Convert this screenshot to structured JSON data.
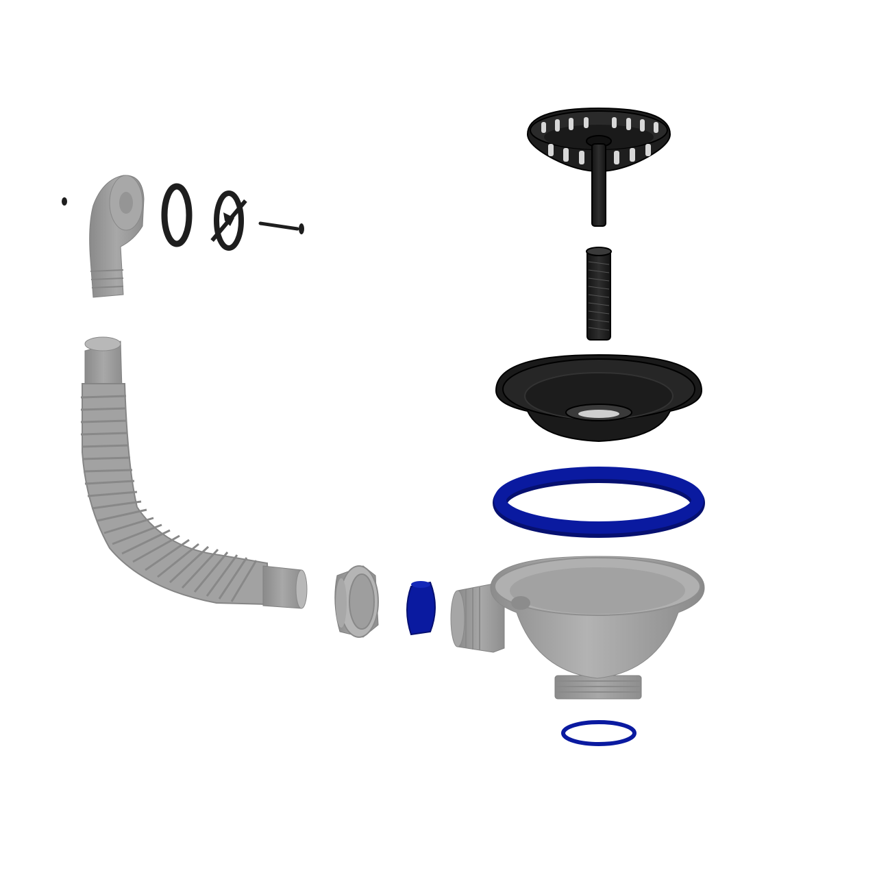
{
  "diagram": {
    "kind": "exploded-view",
    "background": "#ffffff",
    "colors": {
      "black_parts": "#1e1e1e",
      "black_edge": "#000000",
      "gray_parts": "#9a9a9a",
      "gray_dark": "#7a7a7a",
      "gray_light": "#b9b9b9",
      "seal_blue": "#0a1aa0",
      "seal_blue_dark": "#061070"
    },
    "parts": [
      {
        "id": "strainer-basket",
        "color": "black"
      },
      {
        "id": "basket-stem",
        "color": "black"
      },
      {
        "id": "threaded-guide-tube",
        "color": "black"
      },
      {
        "id": "sink-flange",
        "color": "black"
      },
      {
        "id": "flange-seal",
        "color": "blue"
      },
      {
        "id": "drain-body",
        "color": "gray"
      },
      {
        "id": "bottom-seal",
        "color": "blue"
      },
      {
        "id": "cone-washer",
        "color": "blue"
      },
      {
        "id": "union-nut",
        "color": "gray"
      },
      {
        "id": "corrugated-hose",
        "color": "gray"
      },
      {
        "id": "overflow-elbow",
        "color": "gray"
      },
      {
        "id": "overflow-gasket",
        "color": "black"
      },
      {
        "id": "overflow-cover",
        "color": "black"
      },
      {
        "id": "overflow-screw",
        "color": "black"
      },
      {
        "id": "small-nut",
        "color": "black"
      }
    ]
  }
}
